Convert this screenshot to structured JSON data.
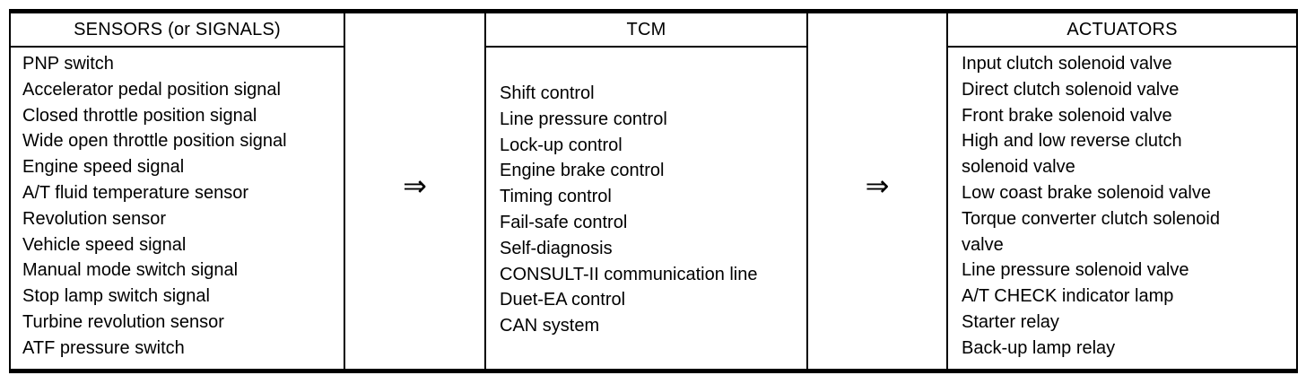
{
  "figure": {
    "arrow": "⇒",
    "colors": {
      "ink": "#000000",
      "background": "#ffffff"
    },
    "columns": {
      "sensors": {
        "header": "SENSORS (or SIGNALS)",
        "items": [
          "PNP switch",
          "Accelerator pedal position signal",
          "Closed throttle position signal",
          "Wide open throttle position signal",
          "Engine speed signal",
          "A/T fluid temperature sensor",
          "Revolution sensor",
          "Vehicle speed signal",
          "Manual mode switch signal",
          "Stop lamp switch signal",
          "Turbine revolution sensor",
          "ATF pressure switch"
        ]
      },
      "tcm": {
        "header": "TCM",
        "items": [
          "Shift control",
          "Line pressure control",
          "Lock-up control",
          "Engine brake control",
          "Timing control",
          "Fail-safe control",
          "Self-diagnosis",
          "CONSULT-II communication line",
          "Duet-EA control",
          "CAN system"
        ]
      },
      "actuators": {
        "header": "ACTUATORS",
        "items": [
          "Input clutch solenoid valve",
          "Direct clutch solenoid valve",
          "Front brake solenoid valve",
          "High and low reverse clutch\nsolenoid valve",
          "Low coast brake solenoid valve",
          "Torque converter clutch solenoid\nvalve",
          "Line pressure solenoid valve",
          "A/T CHECK indicator lamp",
          "Starter relay",
          "Back-up lamp relay"
        ]
      }
    }
  }
}
